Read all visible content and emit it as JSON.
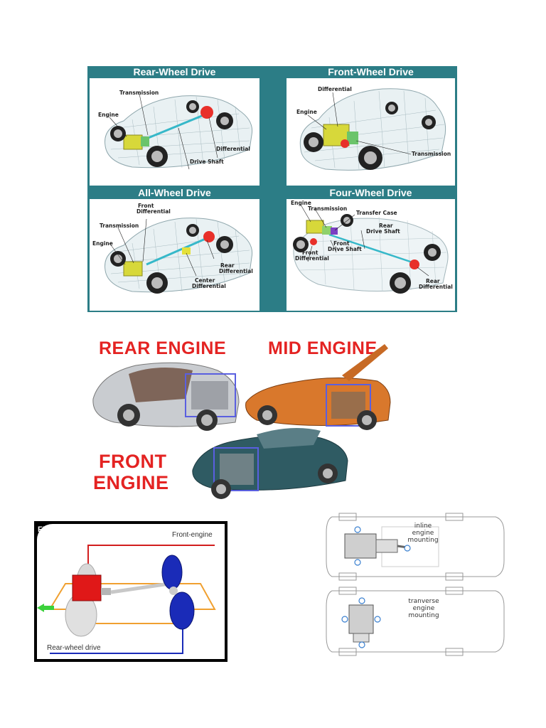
{
  "drivetrain": {
    "panels": [
      {
        "title": "Rear-Wheel Drive",
        "labels": [
          "Transmission",
          "Engine",
          "Differential",
          "Drive Shaft"
        ]
      },
      {
        "title": "Front-Wheel Drive",
        "labels": [
          "Differential",
          "Engine",
          "Transmission"
        ]
      },
      {
        "title": "All-Wheel Drive",
        "labels": [
          "Front",
          "Differential",
          "Transmission",
          "Engine",
          "Rear",
          "Differential",
          "Center",
          "Differential"
        ]
      },
      {
        "title": "Four-Wheel Drive",
        "labels": [
          "Engine",
          "Transmission",
          "Transfer Case",
          "Rear",
          "Drive Shaft",
          "Front",
          "Drive Shaft",
          "Front",
          "Differential",
          "Rear",
          "Differential"
        ]
      }
    ]
  },
  "engine_placement": {
    "rear": "REAR ENGINE",
    "mid": "MID ENGINE",
    "front_line1": "FRONT",
    "front_line2": "ENGINE"
  },
  "fr_diagram": {
    "tag": "FR",
    "front_label": "Front-engine",
    "rear_label": "Rear-wheel drive"
  },
  "mounting": {
    "inline": [
      "inline",
      "engine",
      "mounting"
    ],
    "transverse": [
      "tranverse",
      "engine",
      "mounting"
    ]
  },
  "colors": {
    "teal": "#2c7d86",
    "red_label": "#e42322",
    "engine_red": "#e01818",
    "wheel_blue": "#1a2bb8",
    "frame_orange": "#f0a030"
  }
}
